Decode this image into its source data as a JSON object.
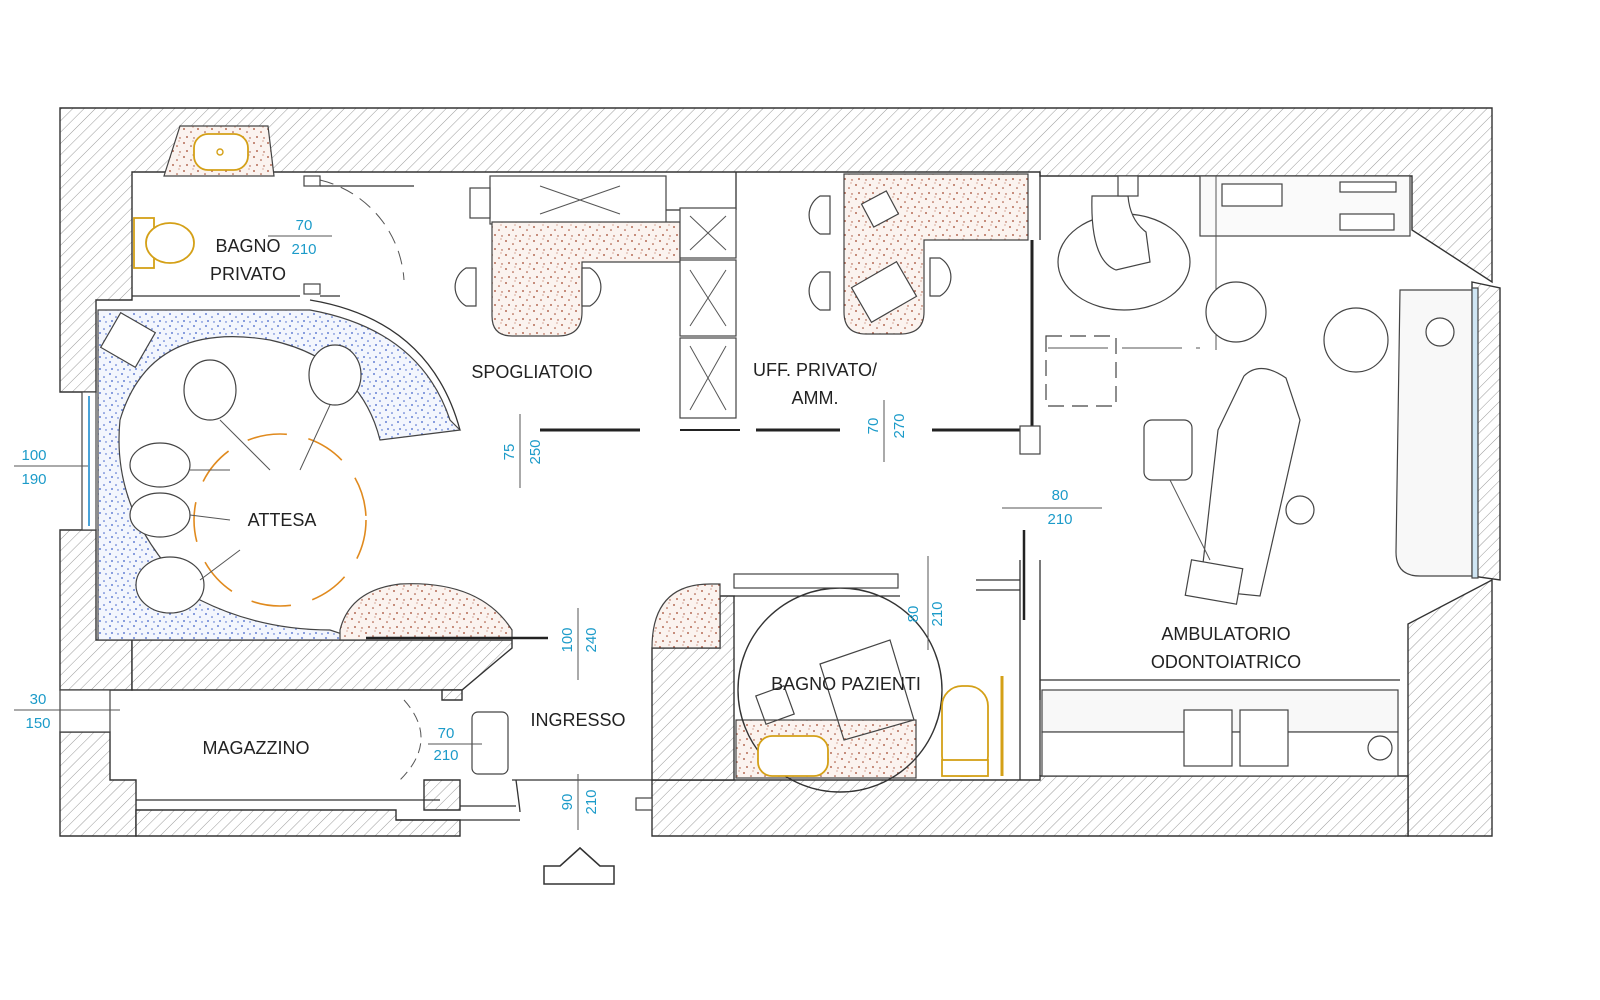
{
  "plan": {
    "rooms": {
      "bagno_privato": [
        "BAGNO",
        "PRIVATO"
      ],
      "spogliatoio": "SPOGLIATOIO",
      "uff_privato": [
        "UFF. PRIVATO/",
        "AMM."
      ],
      "attesa": "ATTESA",
      "ambulatorio": [
        "AMBULATORIO",
        "ODONTOIATRICO"
      ],
      "bagno_pazienti": "BAGNO PAZIENTI",
      "ingresso": "INGRESSO",
      "magazzino": "MAGAZZINO"
    },
    "openings": {
      "bagno_privato_door": {
        "w": "70",
        "h": "210"
      },
      "window_left": {
        "w": "100",
        "h": "190"
      },
      "spogliatoio_door": {
        "w": "75",
        "h": "250"
      },
      "uff_door": {
        "w": "70",
        "h": "270"
      },
      "ambulatorio_door": {
        "w": "80",
        "h": "210"
      },
      "bagno_pazienti_door": {
        "w": "80",
        "h": "210"
      },
      "attesa_door": {
        "w": "100",
        "h": "240"
      },
      "magazzino_window": {
        "w": "30",
        "h": "150"
      },
      "magazzino_door": {
        "w": "70",
        "h": "210"
      },
      "entrance_door": {
        "w": "90",
        "h": "210"
      }
    },
    "colors": {
      "dimension_text": "#1c9bc9",
      "terrazzo_red": "#a0442a",
      "terrazzo_blue": "#3d5fc9",
      "sanitary_gold": "#d4a017",
      "circulation_orange": "#e08a1e"
    }
  }
}
